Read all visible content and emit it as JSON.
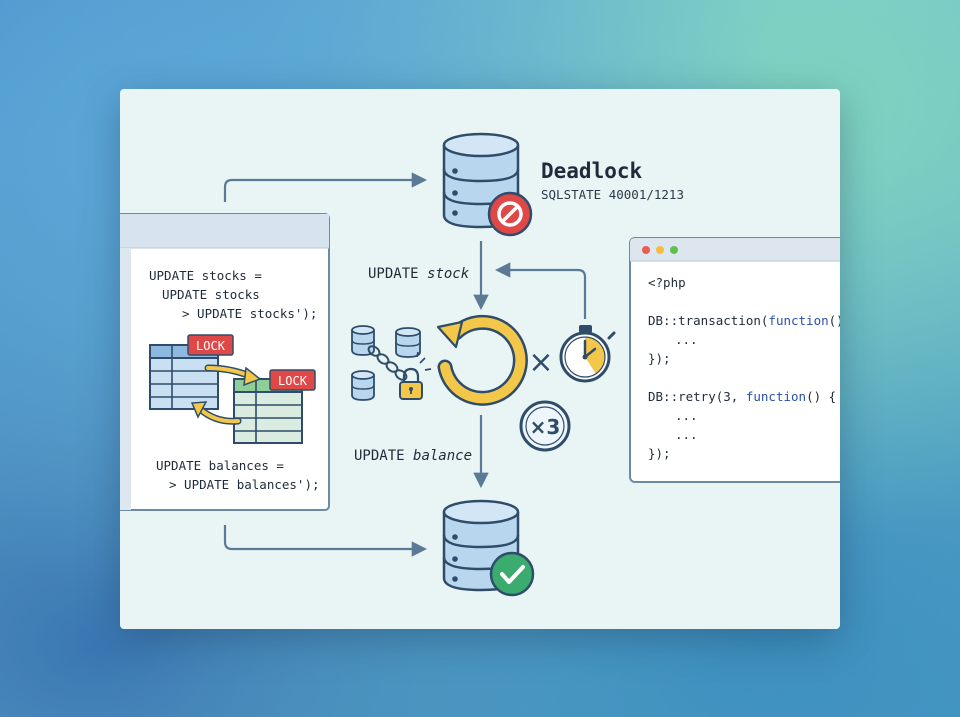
{
  "title": "Deadlock",
  "subtitle": "SQLSTATE 40001/1213",
  "left_panel": {
    "code_top": [
      "UPDATE stocks =",
      "UPDATE stocks",
      "> UPDATE stocks');"
    ],
    "code_bottom": [
      "UPDATE balances =",
      "> UPDATE balances');"
    ],
    "lock_label_1": "LOCK",
    "lock_label_2": "LOCK"
  },
  "labels": {
    "update_stock_prefix": "UPDATE ",
    "update_stock_italic": "stock",
    "update_balance_prefix": "UPDATE ",
    "update_balance_italic": "balance",
    "retry_times": "×3",
    "times_sign": "×"
  },
  "right_panel": {
    "line1": "<?php",
    "line2_prefix": "DB::transaction(",
    "line2_kw": "function",
    "line2_suffix": "() {",
    "line3": "...",
    "line4": "});",
    "line5_prefix": "DB::retry(3, ",
    "line5_kw": "function",
    "line5_suffix": "() {",
    "line6": "...",
    "line7": "...",
    "line8": "});"
  },
  "colors": {
    "accent": "#2f4d6b",
    "db_fill": "#b9d6ef",
    "lock_red": "#e04848",
    "ok_green": "#3bab6e",
    "cycle_yellow": "#f3c84a"
  }
}
